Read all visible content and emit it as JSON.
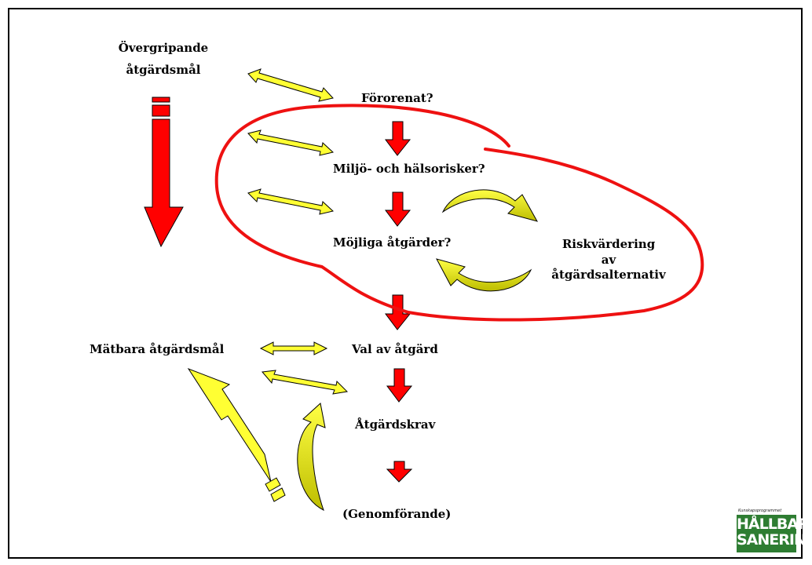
{
  "labels": {
    "overall_goal_line1": "Övergripande",
    "overall_goal_line2": "åtgärdsmål",
    "contaminated": "Förorenat?",
    "env_health_risks": "Miljö- och hälsorisker?",
    "possible_measures": "Möjliga åtgärder?",
    "risk_eval_line1": "Riskvärdering",
    "risk_eval_line2": "av",
    "risk_eval_line3": "åtgärdsalternativ",
    "choice_of_measure": "Val av åtgärd",
    "measurable_goals": "Mätbara åtgärdsmål",
    "measure_requirements": "Åtgärdskrav",
    "implementation": "(Genomförande)"
  },
  "logo": {
    "tagline": "Kunskapsprogrammet",
    "line1": "HÅLLBAR",
    "line2": "SANERING"
  },
  "colors": {
    "red_arrow": "#ff0000",
    "yellow_arrow": "#ffff33",
    "yellow_shade": "#c8c800",
    "outline": "#000000",
    "circle": "#ee1111",
    "logo_green": "#2e7d32"
  }
}
